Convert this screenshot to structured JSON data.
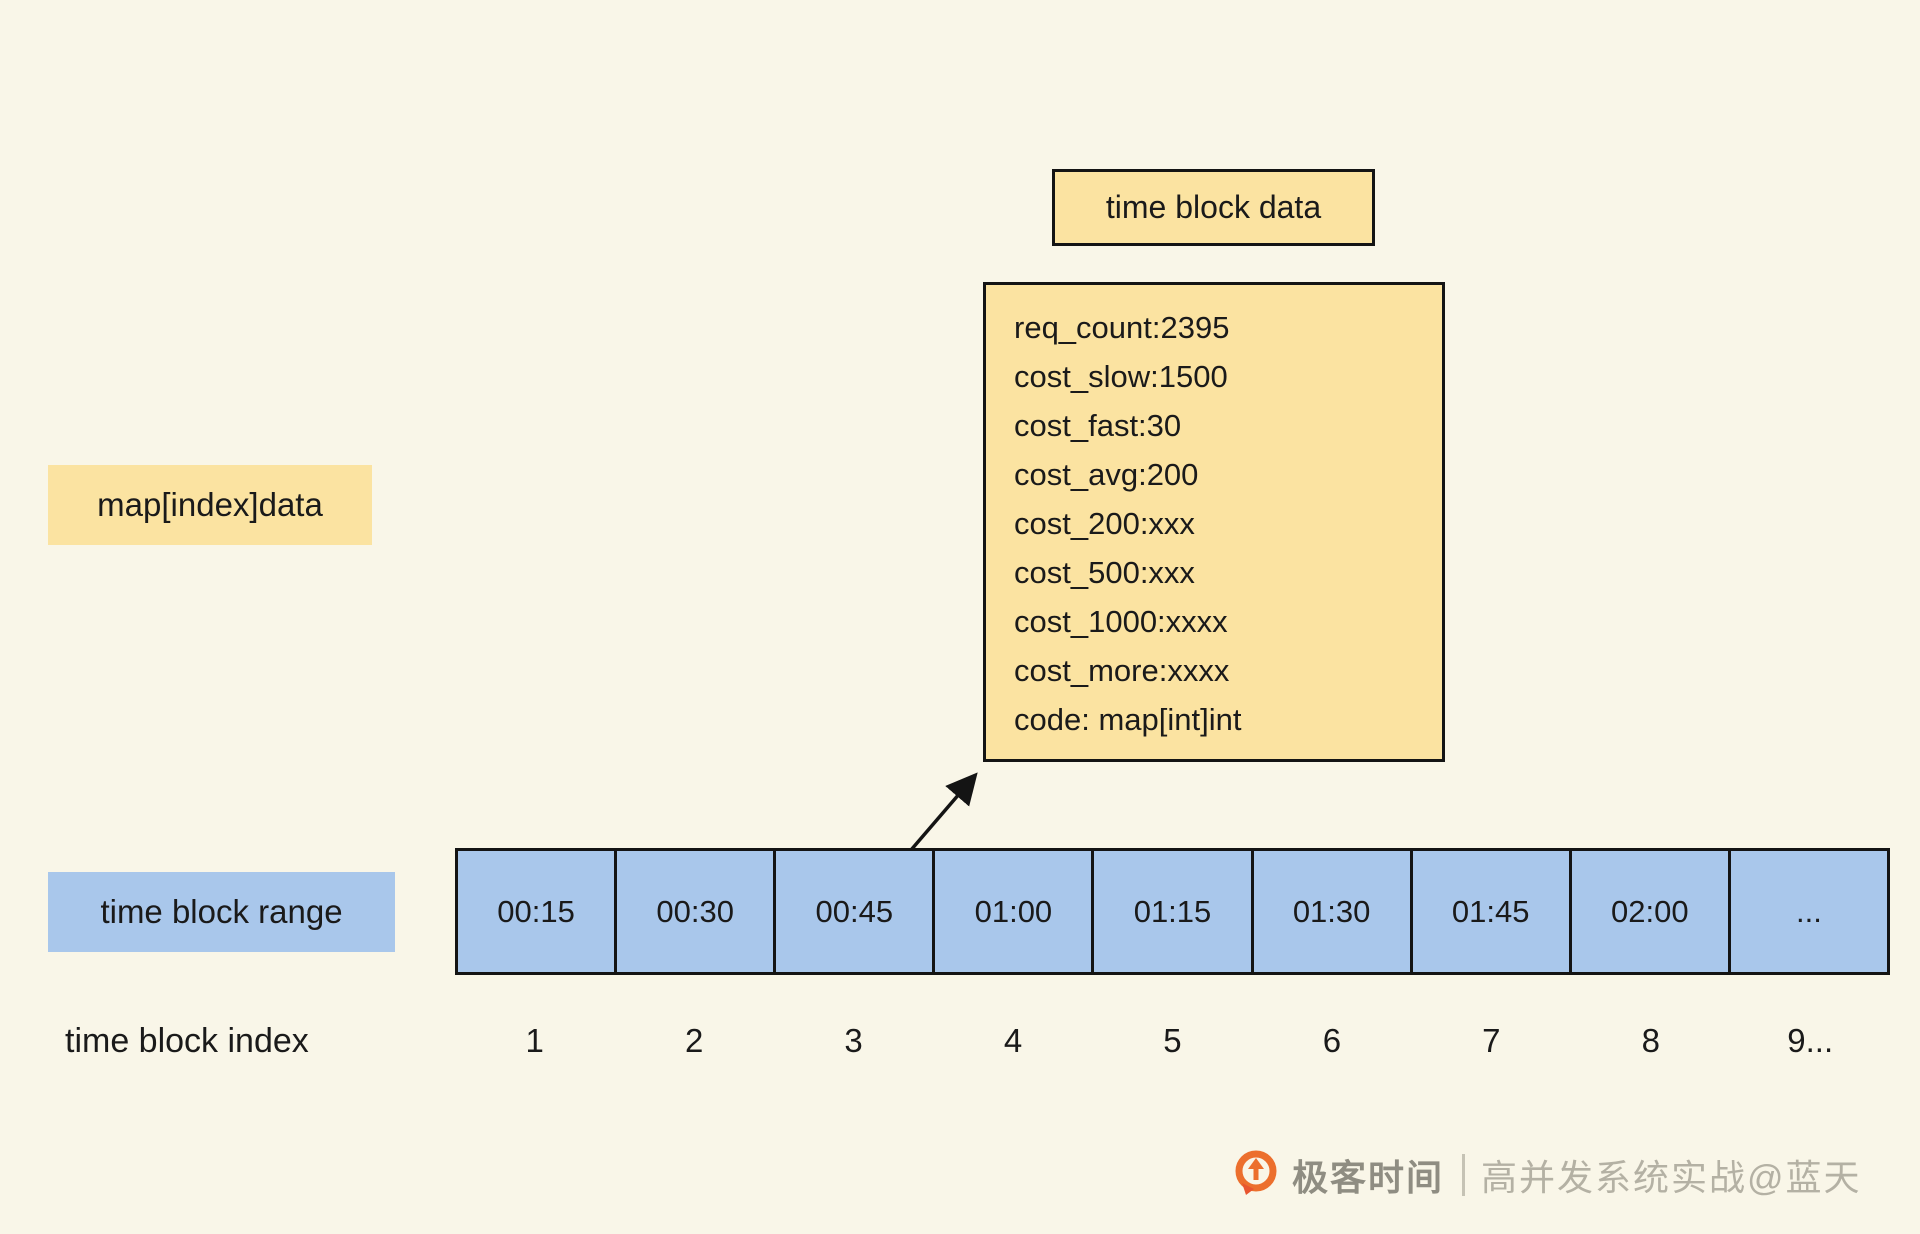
{
  "diagram": {
    "title_box": "time block data",
    "data_box_lines": [
      "req_count:2395",
      "cost_slow:1500",
      "cost_fast:30",
      "cost_avg:200",
      "cost_200:xxx",
      "cost_500:xxx",
      "cost_1000:xxxx",
      "cost_more:xxxx",
      "code: map[int]int"
    ],
    "map_label": "map[index]data",
    "range_label": "time block range",
    "index_label": "time block index",
    "blocks": [
      {
        "range": "00:15",
        "index": "1"
      },
      {
        "range": "00:30",
        "index": "2"
      },
      {
        "range": "00:45",
        "index": "3"
      },
      {
        "range": "01:00",
        "index": "4"
      },
      {
        "range": "01:15",
        "index": "5"
      },
      {
        "range": "01:30",
        "index": "6"
      },
      {
        "range": "01:45",
        "index": "7"
      },
      {
        "range": "02:00",
        "index": "8"
      },
      {
        "range": "...",
        "index": "9..."
      }
    ]
  },
  "watermark": {
    "brand": "极客时间",
    "credit": "高并发系统实战@蓝天"
  },
  "colors": {
    "background": "#F9F6E8",
    "yellow_fill": "#FBE3A1",
    "blue_fill": "#A9C7EB",
    "border": "#141414",
    "logo_orange": "#EC6F2D",
    "brand_gray": "#8F8D82",
    "credit_gray": "#B4B1A4"
  }
}
